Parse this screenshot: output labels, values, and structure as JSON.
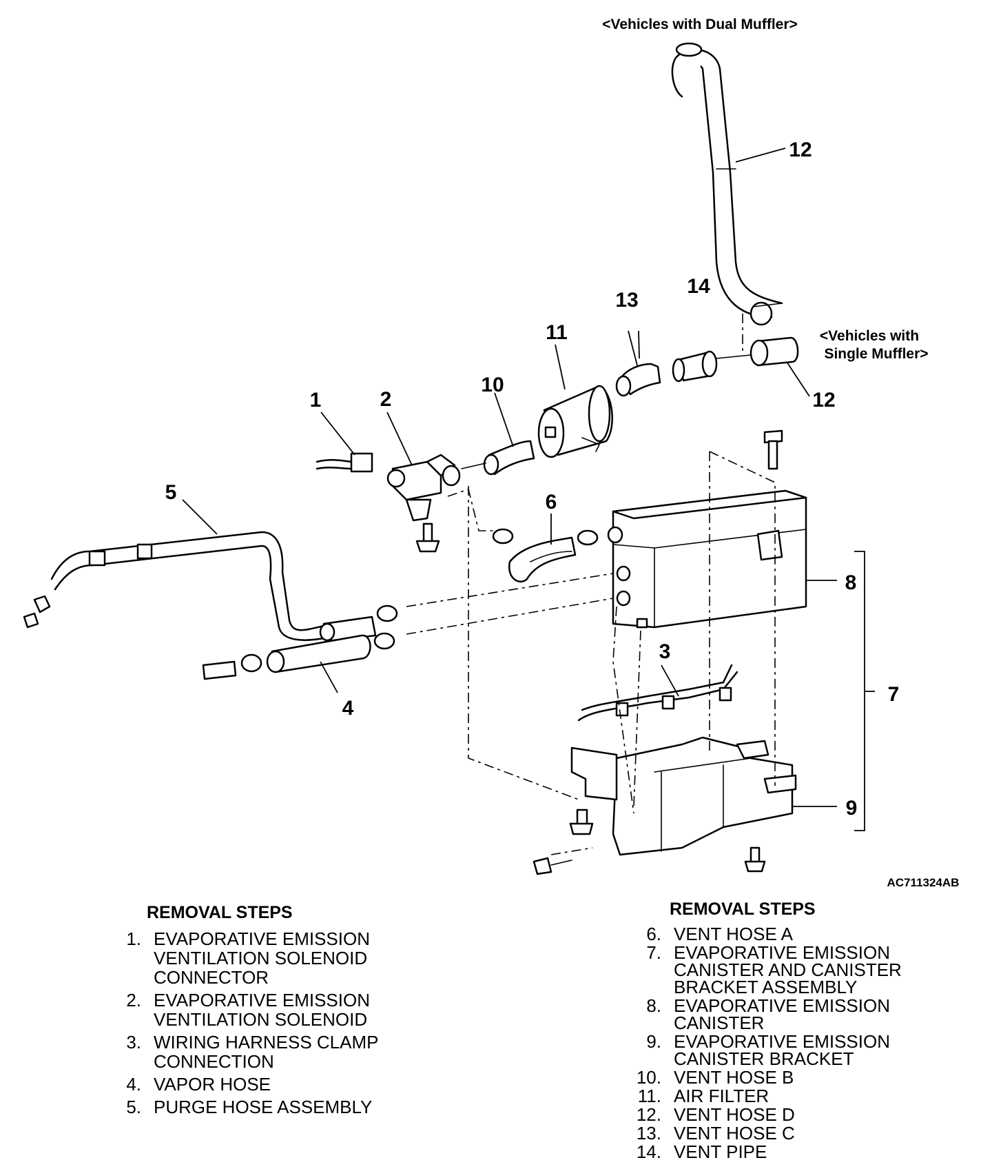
{
  "diagram": {
    "captions": {
      "dual_muffler": "<Vehicles with Dual Muffler>",
      "single_muffler_line1": "<Vehicles with",
      "single_muffler_line2": "Single Muffler>"
    },
    "figure_code": "AC711324AB",
    "callouts": {
      "c1": "1",
      "c2": "2",
      "c3": "3",
      "c4": "4",
      "c5": "5",
      "c6": "6",
      "c7": "7",
      "c8": "8",
      "c9": "9",
      "c10": "10",
      "c11": "11",
      "c12_top": "12",
      "c12_bottom": "12",
      "c13": "13",
      "c14": "14"
    }
  },
  "steps_left": {
    "heading": "REMOVAL STEPS",
    "items": [
      {
        "num": "1.",
        "label": "EVAPORATIVE EMISSION\nVENTILATION SOLENOID\nCONNECTOR"
      },
      {
        "num": "2.",
        "label": "EVAPORATIVE EMISSION\nVENTILATION SOLENOID"
      },
      {
        "num": "3.",
        "label": "WIRING HARNESS CLAMP\nCONNECTION"
      },
      {
        "num": "4.",
        "label": "VAPOR HOSE"
      },
      {
        "num": "5.",
        "label": "PURGE HOSE ASSEMBLY"
      }
    ]
  },
  "steps_right": {
    "heading": "REMOVAL STEPS",
    "items": [
      {
        "num": "6.",
        "label": "VENT HOSE A"
      },
      {
        "num": "7.",
        "label": "EVAPORATIVE EMISSION\nCANISTER AND CANISTER\nBRACKET ASSEMBLY"
      },
      {
        "num": "8.",
        "label": "EVAPORATIVE EMISSION\nCANISTER"
      },
      {
        "num": "9.",
        "label": "EVAPORATIVE EMISSION\nCANISTER BRACKET"
      },
      {
        "num": "10.",
        "label": "VENT HOSE B"
      },
      {
        "num": "11.",
        "label": "AIR FILTER"
      },
      {
        "num": "12.",
        "label": "VENT HOSE D"
      },
      {
        "num": "13.",
        "label": "VENT HOSE C"
      },
      {
        "num": "14.",
        "label": "VENT PIPE"
      }
    ]
  }
}
